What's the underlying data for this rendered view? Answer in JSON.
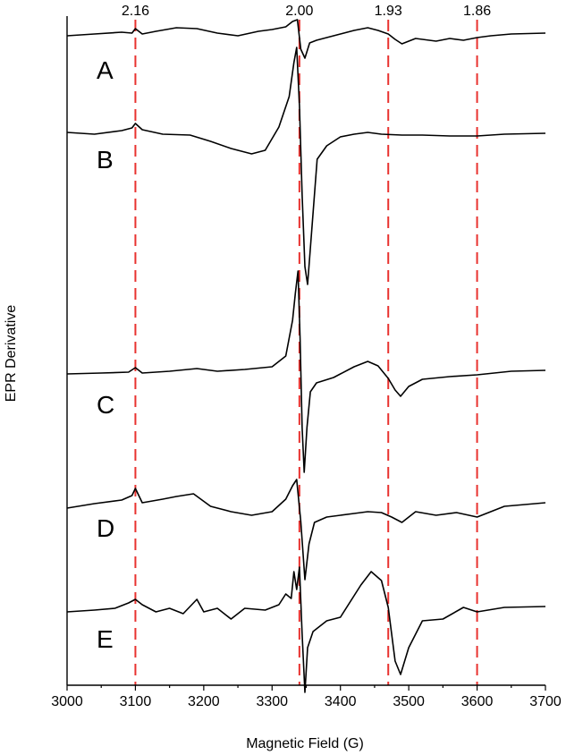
{
  "chart_data": {
    "type": "line",
    "xlabel": "Magnetic Field (G)",
    "ylabel": "EPR Derivative",
    "xlim": [
      3000,
      3700
    ],
    "x_ticks": [
      3000,
      3100,
      3200,
      3300,
      3400,
      3500,
      3600,
      3700
    ],
    "x_tick_labels": [
      "3000",
      "3100",
      "3200",
      "3300",
      "3400",
      "3500",
      "3600",
      "3700"
    ],
    "grid": false,
    "y_ticks_shown": false,
    "reference_lines": [
      {
        "label": "2.16",
        "x": 3100
      },
      {
        "label": "2.00",
        "x": 3340
      },
      {
        "label": "1.93",
        "x": 3470
      },
      {
        "label": "1.86",
        "x": 3600
      }
    ],
    "reference_line_color": "#e8322f",
    "trace_color": "#000000",
    "series_note_stacked_offset": true,
    "series": [
      {
        "name": "A",
        "x": [
          3000,
          3040,
          3080,
          3095,
          3100,
          3110,
          3130,
          3160,
          3190,
          3220,
          3250,
          3280,
          3300,
          3320,
          3330,
          3337,
          3342,
          3348,
          3355,
          3365,
          3380,
          3400,
          3420,
          3440,
          3455,
          3470,
          3480,
          3490,
          3510,
          3540,
          3560,
          3580,
          3600,
          3620,
          3650,
          3700
        ],
        "y": [
          0,
          2,
          4,
          3,
          8,
          2,
          5,
          9,
          8,
          3,
          0,
          5,
          7,
          10,
          16,
          18,
          -15,
          -25,
          -8,
          -5,
          -2,
          2,
          6,
          9,
          6,
          2,
          -4,
          -9,
          -3,
          -6,
          -3,
          -5,
          -2,
          0,
          2,
          3
        ]
      },
      {
        "name": "B",
        "x": [
          3000,
          3040,
          3080,
          3095,
          3100,
          3110,
          3140,
          3180,
          3210,
          3240,
          3270,
          3290,
          3310,
          3325,
          3332,
          3336,
          3340,
          3344,
          3348,
          3352,
          3358,
          3366,
          3380,
          3400,
          3420,
          3440,
          3460,
          3490,
          3520,
          3560,
          3600,
          3640,
          3700
        ],
        "y": [
          0,
          -2,
          2,
          5,
          10,
          3,
          -2,
          -3,
          -10,
          -18,
          -24,
          -20,
          6,
          40,
          78,
          95,
          30,
          -70,
          -150,
          -170,
          -110,
          -30,
          -15,
          -5,
          -2,
          0,
          -2,
          -3,
          -3,
          -4,
          -4,
          -2,
          -1
        ]
      },
      {
        "name": "C",
        "x": [
          3000,
          3050,
          3090,
          3100,
          3110,
          3150,
          3190,
          3220,
          3260,
          3300,
          3320,
          3330,
          3334,
          3338,
          3341,
          3344,
          3347,
          3351,
          3356,
          3365,
          3390,
          3420,
          3440,
          3455,
          3470,
          3480,
          3488,
          3500,
          3520,
          3560,
          3600,
          3650,
          3700
        ],
        "y": [
          0,
          1,
          2,
          7,
          1,
          3,
          6,
          3,
          5,
          8,
          20,
          60,
          90,
          115,
          40,
          -60,
          -110,
          -60,
          -20,
          -10,
          -4,
          8,
          14,
          9,
          -5,
          -18,
          -25,
          -14,
          -6,
          -3,
          -1,
          3,
          4
        ]
      },
      {
        "name": "D",
        "x": [
          3000,
          3040,
          3080,
          3095,
          3100,
          3110,
          3140,
          3160,
          3185,
          3210,
          3240,
          3270,
          3300,
          3320,
          3330,
          3336,
          3342,
          3348,
          3354,
          3362,
          3380,
          3400,
          3420,
          3440,
          3460,
          3475,
          3490,
          3510,
          3540,
          3570,
          3600,
          3640,
          3700
        ],
        "y": [
          0,
          5,
          9,
          14,
          22,
          6,
          10,
          13,
          16,
          2,
          -4,
          -8,
          -4,
          10,
          25,
          32,
          -15,
          -80,
          -40,
          -16,
          -10,
          -8,
          -6,
          -4,
          -5,
          -10,
          -16,
          -4,
          -8,
          -5,
          -10,
          2,
          6
        ]
      },
      {
        "name": "E",
        "x": [
          3000,
          3040,
          3070,
          3090,
          3100,
          3110,
          3130,
          3150,
          3170,
          3190,
          3200,
          3220,
          3240,
          3260,
          3290,
          3310,
          3320,
          3328,
          3332,
          3336,
          3340,
          3344,
          3348,
          3352,
          3360,
          3380,
          3400,
          3430,
          3445,
          3460,
          3470,
          3480,
          3488,
          3500,
          3520,
          3550,
          3580,
          3600,
          3640,
          3700
        ],
        "y": [
          0,
          2,
          4,
          10,
          14,
          8,
          0,
          4,
          -2,
          14,
          0,
          4,
          -8,
          4,
          2,
          8,
          20,
          15,
          45,
          25,
          50,
          -25,
          -90,
          -40,
          -22,
          -10,
          -6,
          30,
          45,
          35,
          5,
          -55,
          -70,
          -40,
          -10,
          -8,
          5,
          0,
          5,
          6
        ]
      }
    ]
  }
}
